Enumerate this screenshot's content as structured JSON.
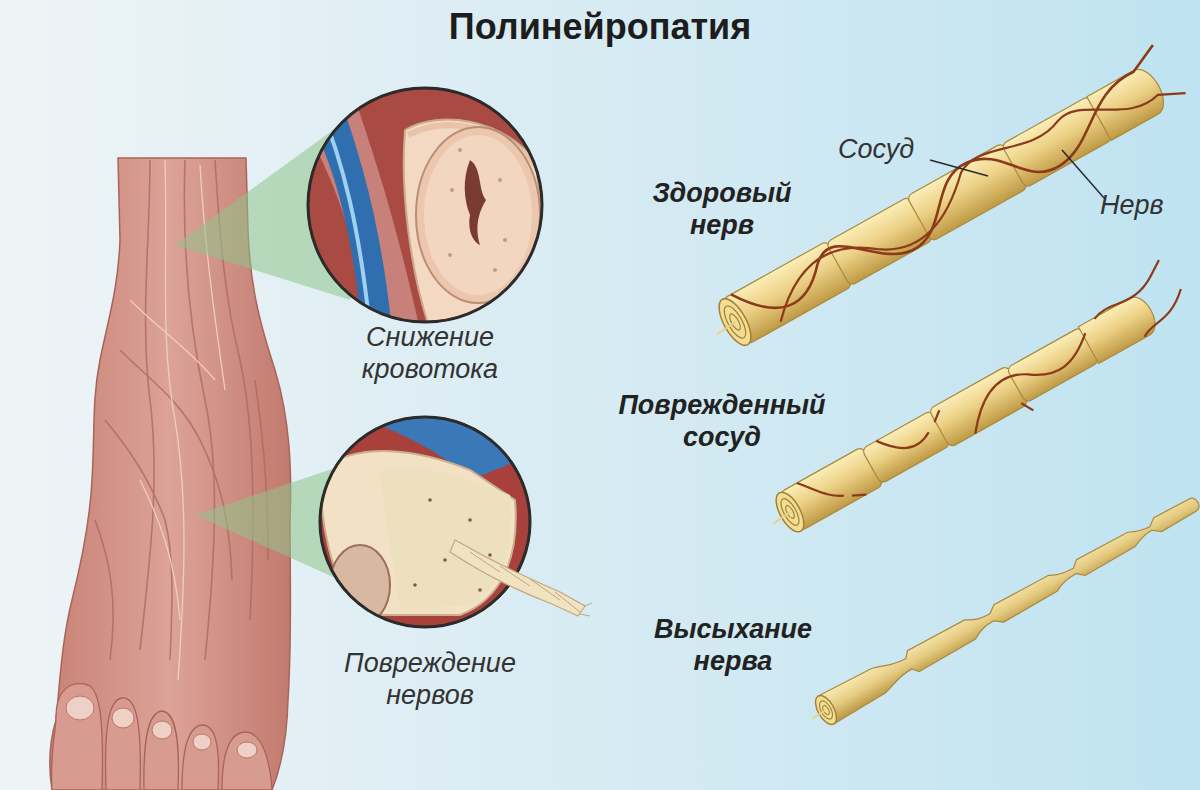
{
  "diagram": {
    "title": "Полинейропатия",
    "labels": [
      "Снижение кровотока",
      "Повреждение нервов",
      "Сосуд",
      "Нерв",
      "Здоровый нерв",
      "Поврежденный сосуд",
      "Высыхание нерва"
    ]
  }
}
